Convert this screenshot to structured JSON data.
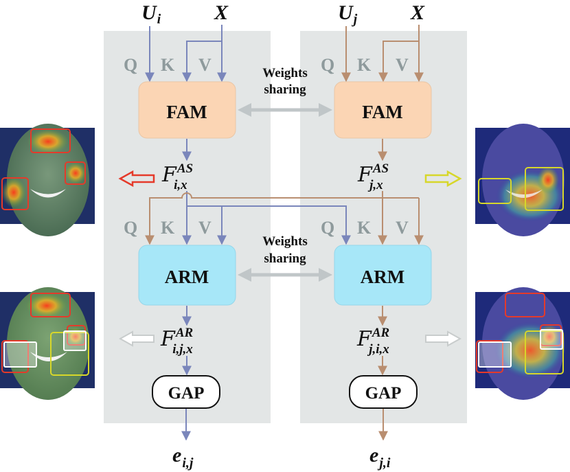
{
  "colors": {
    "panel": "#e3e6e6",
    "fam_fill": "#fbd5b4",
    "arm_fill": "#a7e7f8",
    "arrow_blue": "#7a86bb",
    "arrow_brown": "#b98e70",
    "qkv_gray": "#8e9a9c",
    "share_arrow": "#c0c6c8",
    "red": "#e53a2a",
    "yellow": "#d7d72a",
    "face_bg": "#253a78"
  },
  "left": {
    "inputs": {
      "u_main": "U",
      "u_sub": "i",
      "x": "X"
    },
    "qkv_top": [
      "Q",
      "K",
      "V"
    ],
    "fam_label": "FAM",
    "feat_as": {
      "sym": "F",
      "sup": "AS",
      "sub": "i,x"
    },
    "qkv_mid": [
      "Q",
      "K",
      "V"
    ],
    "arm_label": "ARM",
    "feat_ar": {
      "sym": "F",
      "sup": "AR",
      "sub": "i,j,x"
    },
    "gap_label": "GAP",
    "output": {
      "main": "e",
      "sub": "i,j"
    }
  },
  "right": {
    "inputs": {
      "u_main": "U",
      "u_sub": "j",
      "x": "X"
    },
    "qkv_top": [
      "Q",
      "K",
      "V"
    ],
    "fam_label": "FAM",
    "feat_as": {
      "sym": "F",
      "sup": "AS",
      "sub": "j,x"
    },
    "qkv_mid": [
      "Q",
      "K",
      "V"
    ],
    "arm_label": "ARM",
    "feat_ar": {
      "sym": "F",
      "sup": "AR",
      "sub": "j,i,x"
    },
    "gap_label": "GAP",
    "output": {
      "main": "e",
      "sub": "j,i"
    }
  },
  "sharing": {
    "top": {
      "line1": "Weights",
      "line2": "sharing"
    },
    "bottom": {
      "line1": "Weights",
      "line2": "sharing"
    }
  },
  "icons": [
    "red-hollow-arrow-icon",
    "yellow-hollow-arrow-icon",
    "white-hollow-arrow-icon"
  ]
}
